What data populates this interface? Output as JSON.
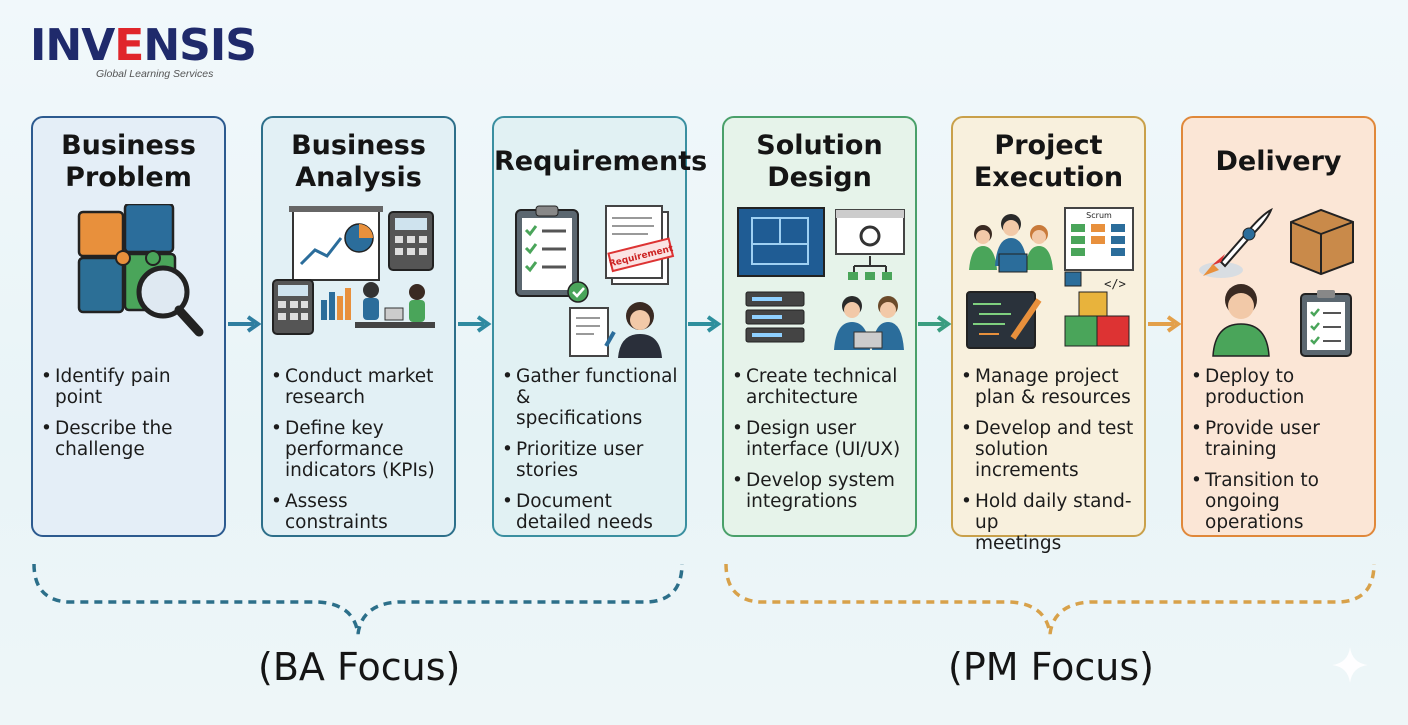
{
  "logo": {
    "word_main": "INV",
    "word_accent": "E",
    "word_end": "NSIS",
    "tagline": "Global Learning Services"
  },
  "stages": [
    {
      "title": "Business\nProblem",
      "color": "#2c5a8f",
      "bg": "#e4eef7",
      "bullets": [
        "Identify pain point",
        "Describe the\nchallenge"
      ]
    },
    {
      "title": "Business\nAnalysis",
      "color": "#2d6f8a",
      "bg": "#e2f0f5",
      "bullets": [
        "Conduct market\nresearch",
        "Define key\nperformance\nindicators (KPIs)",
        "Assess constraints"
      ]
    },
    {
      "title": "Requirements",
      "color": "#3a8fa0",
      "bg": "#e1f1f3",
      "bullets": [
        "Gather functional &\nspecifications",
        "Prioritize user\nstories",
        "Document\ndetailed needs"
      ],
      "doc_stamp": "Requirement"
    },
    {
      "title": "Solution\nDesign",
      "color": "#4aa06a",
      "bg": "#e6f3ea",
      "bullets": [
        "Create technical\narchitecture",
        "Design user\ninterface (UI/UX)",
        "Develop system\nintegrations"
      ]
    },
    {
      "title": "Project\nExecution",
      "color": "#c9a04a",
      "bg": "#f8f0dd",
      "bullets": [
        "Manage project\nplan & resources",
        "Develop and test\nsolution increments",
        "Hold daily stand-up\nmeetings"
      ],
      "board_label": "Scrum"
    },
    {
      "title": "Delivery",
      "color": "#e0883a",
      "bg": "#fbe6d6",
      "bullets": [
        "Deploy to\nproduction",
        "Provide user\ntraining",
        "Transition to\nongoing operations"
      ]
    }
  ],
  "arrow_colors": [
    "#2f7ea0",
    "#2f8aa0",
    "#2e8f9d",
    "#3a9d80",
    "#e3a04a"
  ],
  "focus": [
    {
      "label": "(BA Focus)",
      "color": "#2c6f8a"
    },
    {
      "label": "(PM Focus)",
      "color": "#d8a14a"
    }
  ]
}
